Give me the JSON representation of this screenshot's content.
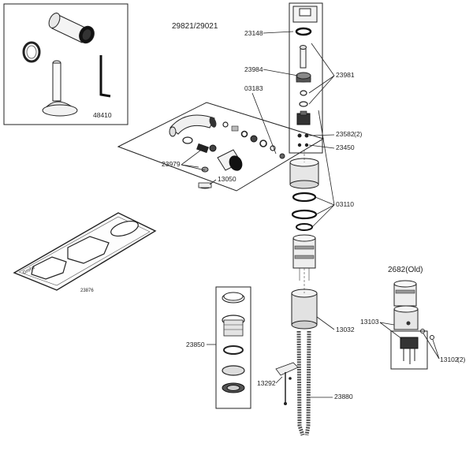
{
  "title": "29821/29021",
  "alt_title": "2682(Old)",
  "parts": {
    "p48410": "48410",
    "p23148": "23148",
    "p23984": "23984",
    "p23981": "23981",
    "p03183": "03183",
    "p23582": "23582",
    "p23450": "23450",
    "p23979": "23979",
    "p13050": "13050",
    "p03110": "03110",
    "p23876": "23876",
    "p23850": "23850",
    "p13032": "13032",
    "p13103": "13103",
    "p13102": "13102",
    "p13292": "13292",
    "p23880": "23880"
  },
  "qty": {
    "q23582": "(2)",
    "q13102": "(2)"
  },
  "plate_brand": "Grohe"
}
